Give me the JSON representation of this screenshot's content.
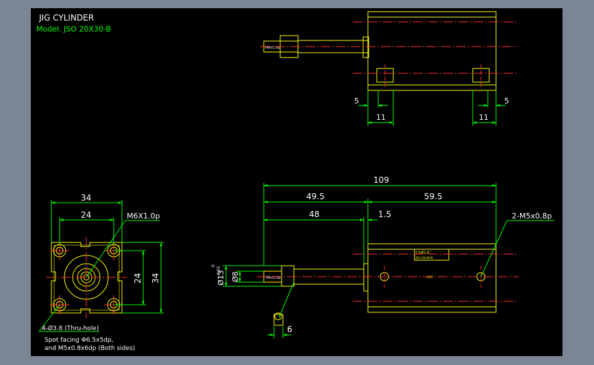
{
  "title": "JIG CYLINDER",
  "model": "Model. JSO 20X30-B",
  "colors": {
    "background": "#000000",
    "frame": "#7a8694",
    "outline": "#ffff00",
    "dimension": "#00ff00",
    "centerline": "#ff3030",
    "title_text": "#ffffff"
  },
  "top_view": {
    "dims": {
      "left_offset": "5",
      "left_width": "11",
      "right_offset": "5",
      "right_width": "11"
    },
    "rod_label": "M6x1.0p"
  },
  "side_view": {
    "dims": {
      "overall": "109",
      "left_part": "49.5",
      "right_part": "59.5",
      "rod": "48",
      "gap": "1.5",
      "port": "2-M5x0.8p",
      "flange_dia": "Ø13",
      "flange_tol_upper": "0",
      "flange_tol_lower": "-0.05",
      "rod_dia": "Ø8",
      "tip_width": "6"
    },
    "brand_plate": {
      "brand": "CHELIC",
      "sub": "JSO 20x30-B"
    },
    "rod_label": "M6x1.0p",
    "body_label": "s000"
  },
  "end_view": {
    "dims": {
      "outer": "34",
      "bolt_spacing": "24",
      "vert_outer": "34",
      "vert_bolt": "24",
      "thread": "M6X1.0p"
    },
    "hole_note": "4-Ø3.8 (Thru-hole)",
    "spot_note_1": "Spot facing Φ6.5x5dp,",
    "spot_note_2": "and M5x0.8x6dp (Both sides)"
  }
}
